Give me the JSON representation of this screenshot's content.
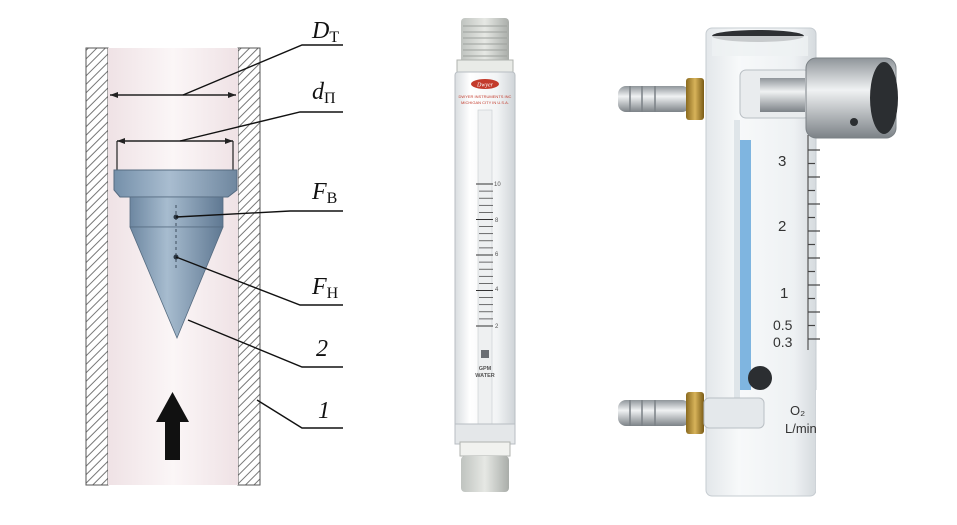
{
  "diagram": {
    "labels": {
      "D_main": "D",
      "D_sub": "Т",
      "d_main": "d",
      "d_sub": "П",
      "FB_main": "F",
      "FB_sub": "В",
      "FH_main": "F",
      "FH_sub": "Н",
      "num2": "2",
      "num1": "1"
    }
  },
  "small_meter": {
    "brand": "Dwyer",
    "fine_print_1": "DWYER INSTRUMENTS INC",
    "fine_print_2": "MICHIGAN CITY IN U.S.A.",
    "scale_labels": [
      "10",
      "8",
      "6",
      "4",
      "2"
    ],
    "unit_1": "GPM",
    "unit_2": "WATER"
  },
  "large_meter": {
    "scale_labels": [
      "3",
      "2",
      "1",
      "0.5",
      "0.3"
    ],
    "unit_1": "O₂",
    "unit_2": "L/min"
  },
  "colors": {
    "float": "#8fa6bd",
    "tube_hatch": "#666666",
    "tube_inner": "#f7eef0",
    "blue_indicator": "#6aa9dc"
  }
}
